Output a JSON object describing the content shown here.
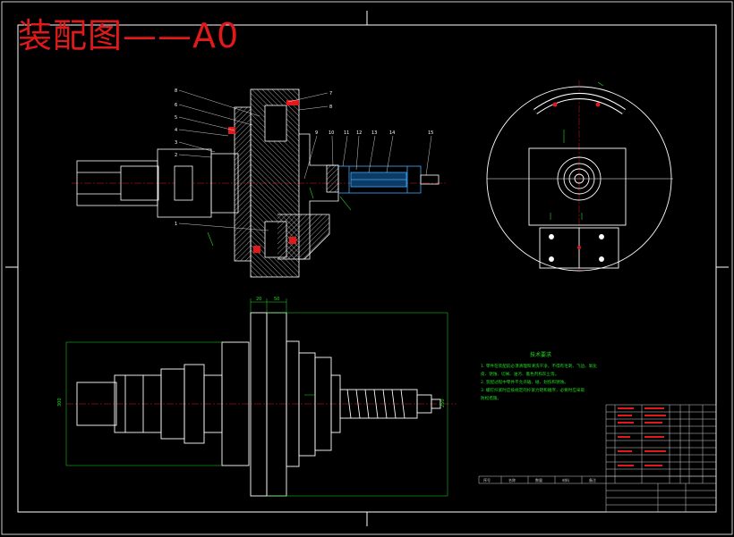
{
  "drawing": {
    "title": "装配图——A0",
    "tech_requirements": {
      "heading": "技术要求",
      "notes": [
        "1. 零件在装配前必须清理和清洗干净，不得有毛刺、飞边、氧化",
        "皮、锈蚀、切屑、油污、着色剂和灰尘等。",
        "2. 装配过程中零件不允许磕、碰、划伤和锈蚀。",
        "3. 螺钉拧紧时应按规定的拧紧力矩和顺序，必要时应采取",
        "防松措施。"
      ]
    },
    "part_callouts_left": [
      "8",
      "6",
      "5",
      "4",
      "3",
      "2",
      "1"
    ],
    "part_callouts_right": [
      "7",
      "8"
    ],
    "part_callouts_top": [
      "9",
      "10",
      "11",
      "12",
      "13",
      "14",
      "15"
    ],
    "dimensions": {
      "d1": "20",
      "d2": "50",
      "height": "300",
      "height_right": "250"
    },
    "title_block": {
      "col_labels": [
        "序号",
        "名称",
        "数量",
        "材料",
        "备注"
      ]
    }
  },
  "colors": {
    "background": "#000000",
    "line": "#ffffff",
    "section": "#3fa9ff",
    "dimension": "#22dd22",
    "center": "#e0191b",
    "title": "#e0191b"
  }
}
